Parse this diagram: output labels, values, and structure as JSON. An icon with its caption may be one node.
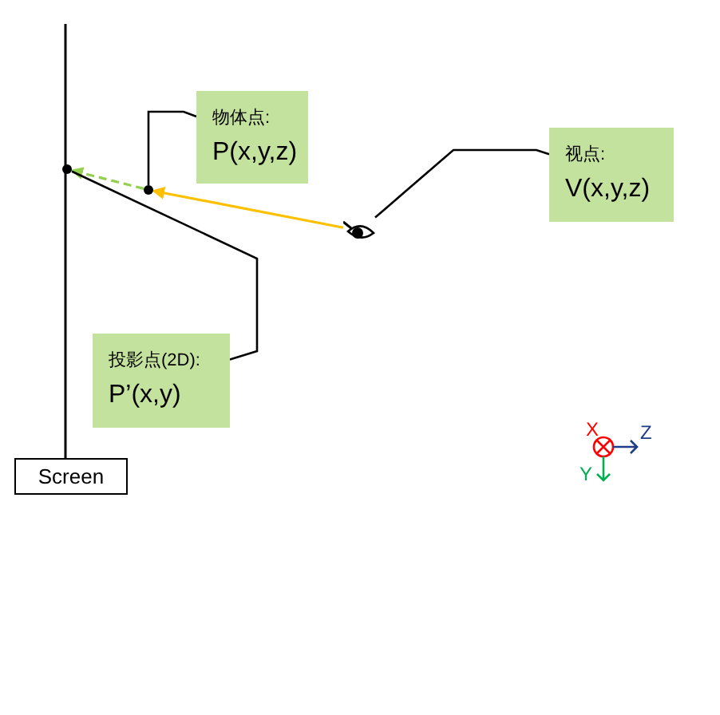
{
  "diagram": {
    "nodes": [
      {
        "text": [
          "物体点:",
          "P(x,y,z)"
        ]
      },
      {
        "text": [
          "视点:",
          "V(x,y,z)"
        ]
      },
      {
        "text": [],
        "shape": "circle"
      },
      {
        "text": [],
        "shape": "circle"
      },
      {
        "text": [],
        "shape": "eye"
      },
      {
        "text": [
          "投影点(2D):",
          "P’(x,y)"
        ]
      },
      {
        "text": [
          "Screen"
        ]
      }
    ],
    "edges": [
      {
        "from": 4,
        "to": 3,
        "arrow": "to",
        "color": "#ffc000"
      },
      {
        "from": 3,
        "to": 2,
        "arrow": "to",
        "style": "dashed",
        "color": "#92d050"
      },
      {
        "from": 0,
        "to": 3,
        "arrow": "none"
      },
      {
        "from": 1,
        "to": 4,
        "arrow": "none"
      },
      {
        "from": 5,
        "to": 2,
        "arrow": "none"
      }
    ],
    "labels": [
      "X",
      "Z",
      "Y"
    ]
  }
}
